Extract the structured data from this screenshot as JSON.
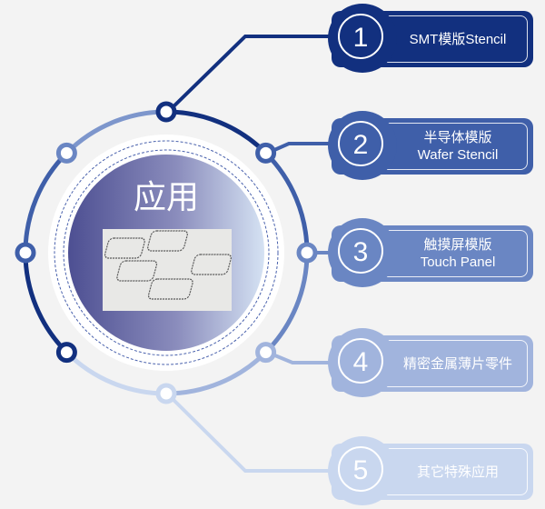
{
  "center": {
    "title": "应用",
    "image": "stencil-photo"
  },
  "items": [
    {
      "number": "1",
      "line1": "SMT模版Stencil",
      "line2": "",
      "color": "#12307f"
    },
    {
      "number": "2",
      "line1": "半导体模版",
      "line2": "Wafer Stencil",
      "color": "#3f5fa9"
    },
    {
      "number": "3",
      "line1": "触摸屏模版",
      "line2": "Touch Panel",
      "color": "#6a86c3"
    },
    {
      "number": "4",
      "line1": "精密金属薄片零件",
      "line2": "",
      "color": "#a1b4dd"
    },
    {
      "number": "5",
      "line1": "其它特殊应用",
      "line2": "",
      "color": "#c9d7ef"
    }
  ]
}
